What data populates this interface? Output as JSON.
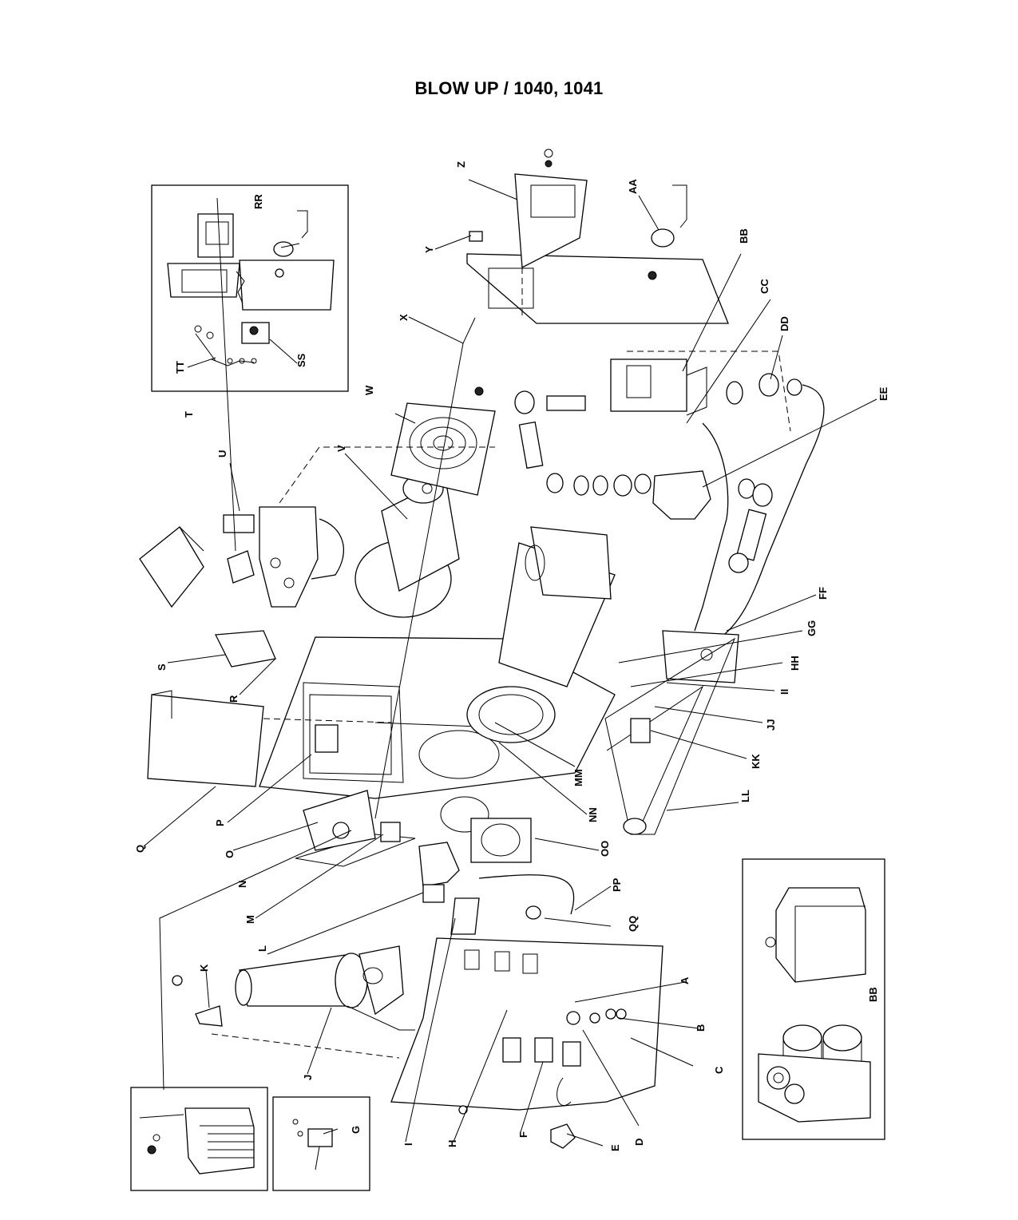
{
  "title": "BLOW UP / 1040, 1041",
  "callouts": {
    "Z": "Z",
    "Y": "Y",
    "AA": "AA",
    "BB": "BB",
    "CC": "CC",
    "DD": "DD",
    "EE": "EE",
    "X": "X",
    "W": "W",
    "V": "V",
    "U": "U",
    "T": "T",
    "S": "S",
    "R": "R",
    "Q": "Q",
    "P": "P",
    "O": "O",
    "N": "N",
    "M": "M",
    "L": "L",
    "K": "K",
    "J": "J",
    "I": "I",
    "H": "H",
    "G": "G",
    "F": "F",
    "E": "E",
    "D": "D",
    "C": "C",
    "B": "B",
    "A": "A",
    "FF": "FF",
    "GG": "GG",
    "HH": "HH",
    "II": "II",
    "JJ": "JJ",
    "KK": "KK",
    "LL": "LL",
    "MM": "MM",
    "NN": "NN",
    "OO": "OO",
    "PP": "PP",
    "QQ": "QQ",
    "RR": "RR",
    "SS": "SS",
    "TT": "TT",
    "BB_inset": "BB"
  }
}
